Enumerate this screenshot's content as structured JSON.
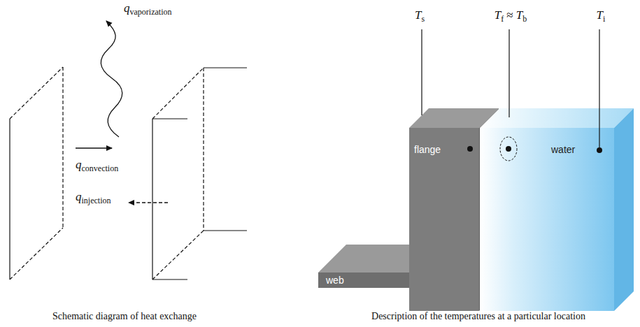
{
  "diagram": {
    "labels": [
      "q",
      "vaporization",
      "q",
      "convection",
      "q",
      "injection",
      "T",
      "s",
      "T",
      "f",
      "≈",
      "T",
      "b",
      "T",
      "i",
      "flange",
      "web",
      "water",
      "Schematic diagram of heat exchange",
      "Description of the temperatures at a particular location"
    ]
  }
}
